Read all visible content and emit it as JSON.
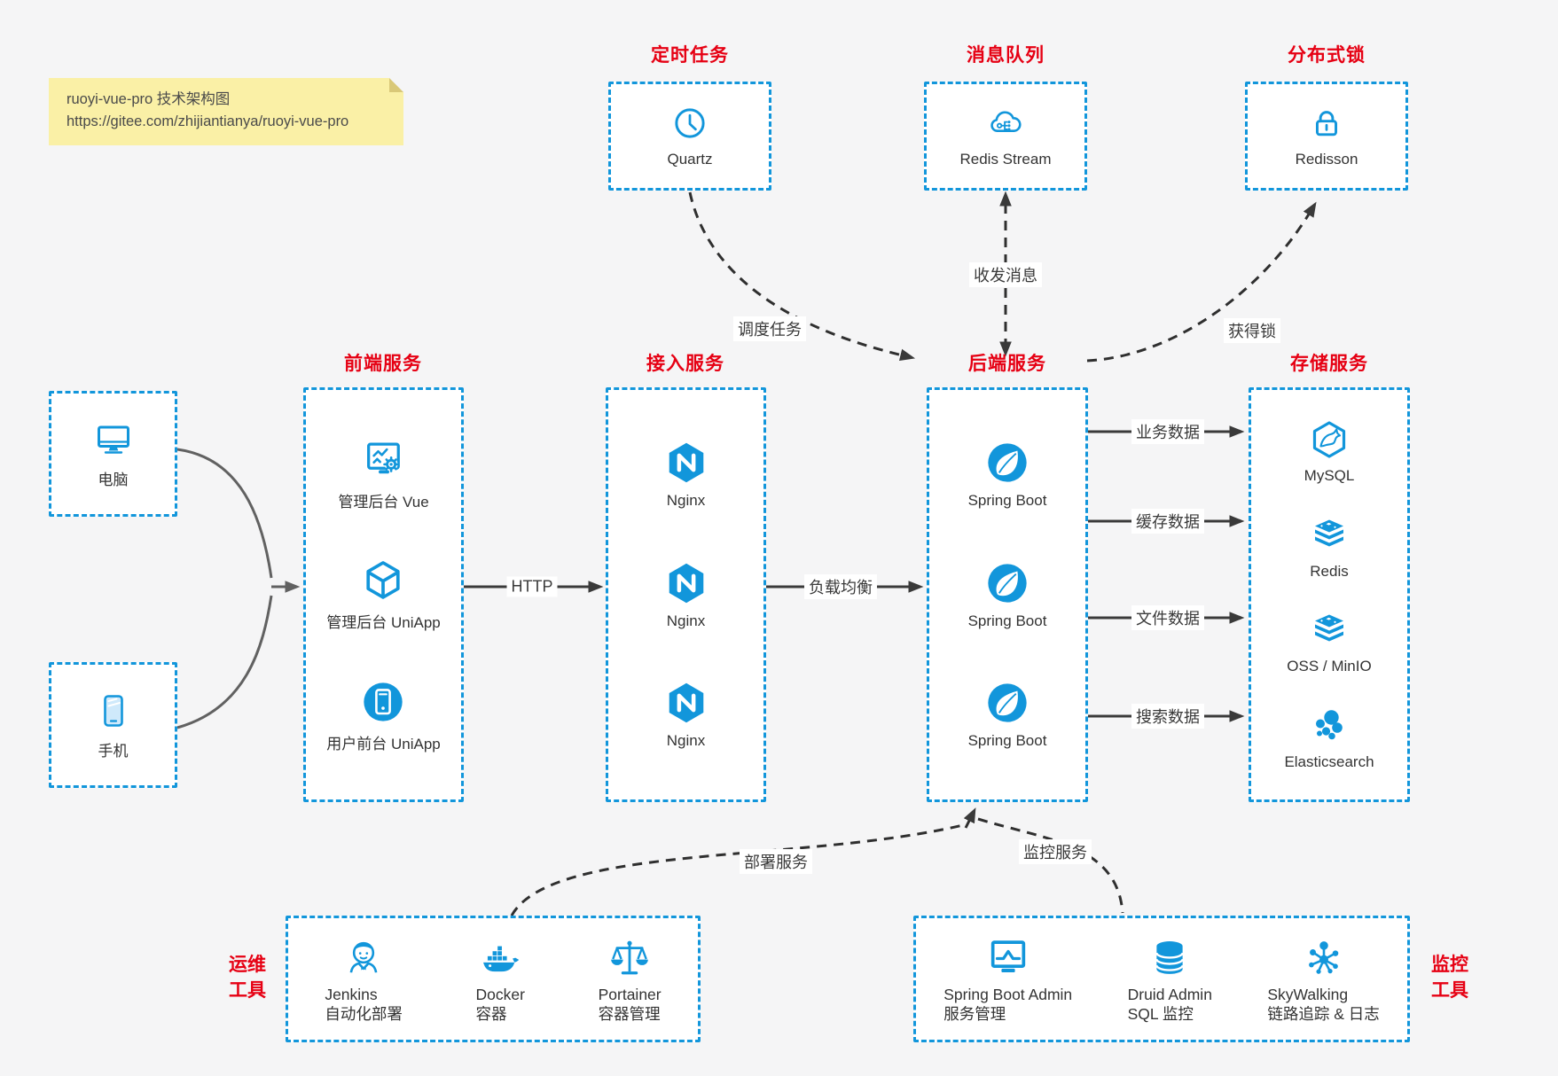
{
  "note": {
    "title": "ruoyi-vue-pro 技术架构图",
    "url": "https://gitee.com/zhijiantianya/ruoyi-vue-pro"
  },
  "colors": {
    "accent": "#1296db",
    "title_red": "#e60013",
    "note_bg": "#faf0a6"
  },
  "top_groups": [
    {
      "title": "定时任务",
      "item": {
        "icon": "clock-icon",
        "label": "Quartz"
      }
    },
    {
      "title": "消息队列",
      "item": {
        "icon": "redis-stream-cloud-icon",
        "label": "Redis Stream"
      }
    },
    {
      "title": "分布式锁",
      "item": {
        "icon": "lock-icon",
        "label": "Redisson"
      }
    }
  ],
  "clients": [
    {
      "icon": "desktop-icon",
      "label": "电脑"
    },
    {
      "icon": "mobile-icon",
      "label": "手机"
    }
  ],
  "service_columns": [
    {
      "title": "前端服务",
      "items": [
        {
          "icon": "admin-vue-icon",
          "label": "管理后台 Vue"
        },
        {
          "icon": "uniapp-cube-icon",
          "label": "管理后台 UniApp"
        },
        {
          "icon": "user-app-icon",
          "label": "用户前台 UniApp"
        }
      ]
    },
    {
      "title": "接入服务",
      "items": [
        {
          "icon": "nginx-icon",
          "label": "Nginx"
        },
        {
          "icon": "nginx-icon",
          "label": "Nginx"
        },
        {
          "icon": "nginx-icon",
          "label": "Nginx"
        }
      ]
    },
    {
      "title": "后端服务",
      "items": [
        {
          "icon": "spring-boot-icon",
          "label": "Spring Boot"
        },
        {
          "icon": "spring-boot-icon",
          "label": "Spring Boot"
        },
        {
          "icon": "spring-boot-icon",
          "label": "Spring Boot"
        }
      ]
    },
    {
      "title": "存储服务",
      "items": [
        {
          "icon": "mysql-icon",
          "label": "MySQL"
        },
        {
          "icon": "redis-icon",
          "label": "Redis"
        },
        {
          "icon": "oss-minio-icon",
          "label": "OSS / MinIO"
        },
        {
          "icon": "elasticsearch-icon",
          "label": "Elasticsearch"
        }
      ]
    }
  ],
  "bottom_groups": [
    {
      "side_label_lines": [
        "运维",
        "工具"
      ],
      "items": [
        {
          "icon": "jenkins-icon",
          "name": "Jenkins",
          "desc": "自动化部署"
        },
        {
          "icon": "docker-icon",
          "name": "Docker",
          "desc": "容器"
        },
        {
          "icon": "portainer-icon",
          "name": "Portainer",
          "desc": "容器管理"
        }
      ]
    },
    {
      "side_label_lines": [
        "监控",
        "工具"
      ],
      "items": [
        {
          "icon": "spring-boot-admin-icon",
          "name": "Spring Boot Admin",
          "desc": "服务管理"
        },
        {
          "icon": "druid-icon",
          "name": "Druid Admin",
          "desc": "SQL 监控"
        },
        {
          "icon": "skywalking-icon",
          "name": "SkyWalking",
          "desc": "链路追踪 & 日志"
        }
      ]
    }
  ],
  "edge_labels": {
    "http": "HTTP",
    "load_balance": "负载均衡",
    "business_data": "业务数据",
    "cache_data": "缓存数据",
    "file_data": "文件数据",
    "search_data": "搜索数据",
    "schedule_task": "调度任务",
    "message": "收发消息",
    "lock": "获得锁",
    "deploy": "部署服务",
    "monitor": "监控服务"
  }
}
